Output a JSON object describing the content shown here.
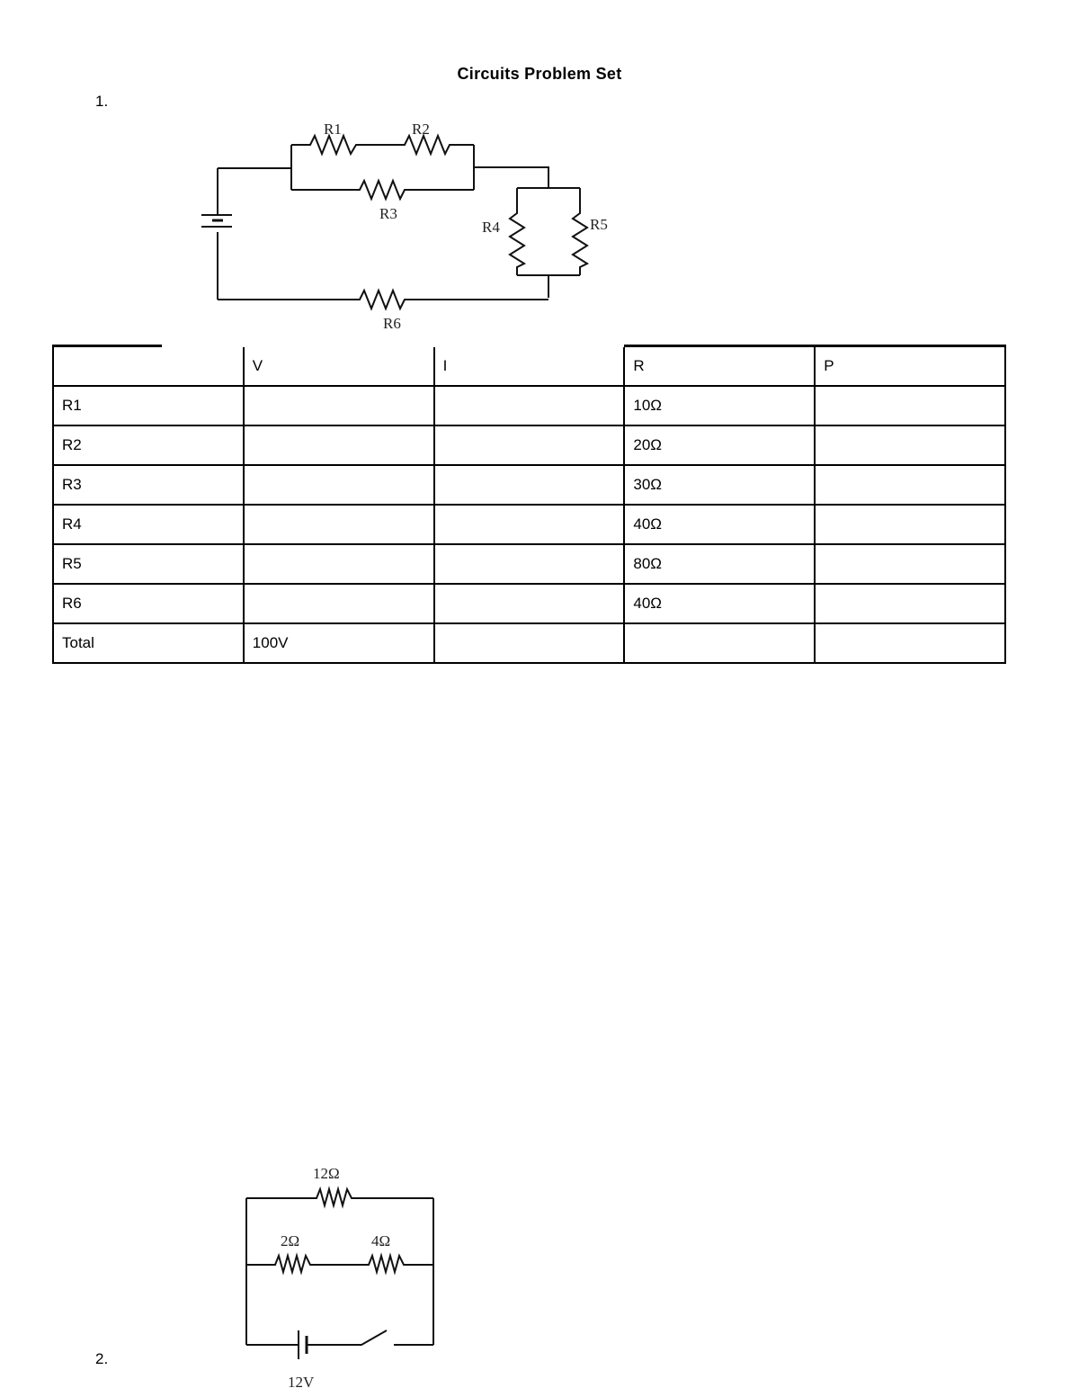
{
  "document": {
    "title": "Circuits Problem Set"
  },
  "problem1": {
    "number": "1.",
    "circuit": {
      "labels": [
        "R1",
        "R2",
        "R3",
        "R4",
        "R5",
        "R6"
      ]
    },
    "table": {
      "headers": [
        "",
        "V",
        "I",
        "R",
        "P"
      ],
      "rows": [
        {
          "label": "R1",
          "V": "",
          "I": "",
          "R": "10Ω",
          "P": ""
        },
        {
          "label": "R2",
          "V": "",
          "I": "",
          "R": "20Ω",
          "P": ""
        },
        {
          "label": "R3",
          "V": "",
          "I": "",
          "R": "30Ω",
          "P": ""
        },
        {
          "label": "R4",
          "V": "",
          "I": "",
          "R": "40Ω",
          "P": ""
        },
        {
          "label": "R5",
          "V": "",
          "I": "",
          "R": "80Ω",
          "P": ""
        },
        {
          "label": "R6",
          "V": "",
          "I": "",
          "R": "40Ω",
          "P": ""
        },
        {
          "label": "Total",
          "V": "100V",
          "I": "",
          "R": "",
          "P": ""
        }
      ]
    }
  },
  "problem2": {
    "number": "2.",
    "circuit": {
      "top_resistor": "12Ω",
      "middle_resistor_left": "2Ω",
      "middle_resistor_right": "4Ω",
      "battery": "12V"
    }
  }
}
